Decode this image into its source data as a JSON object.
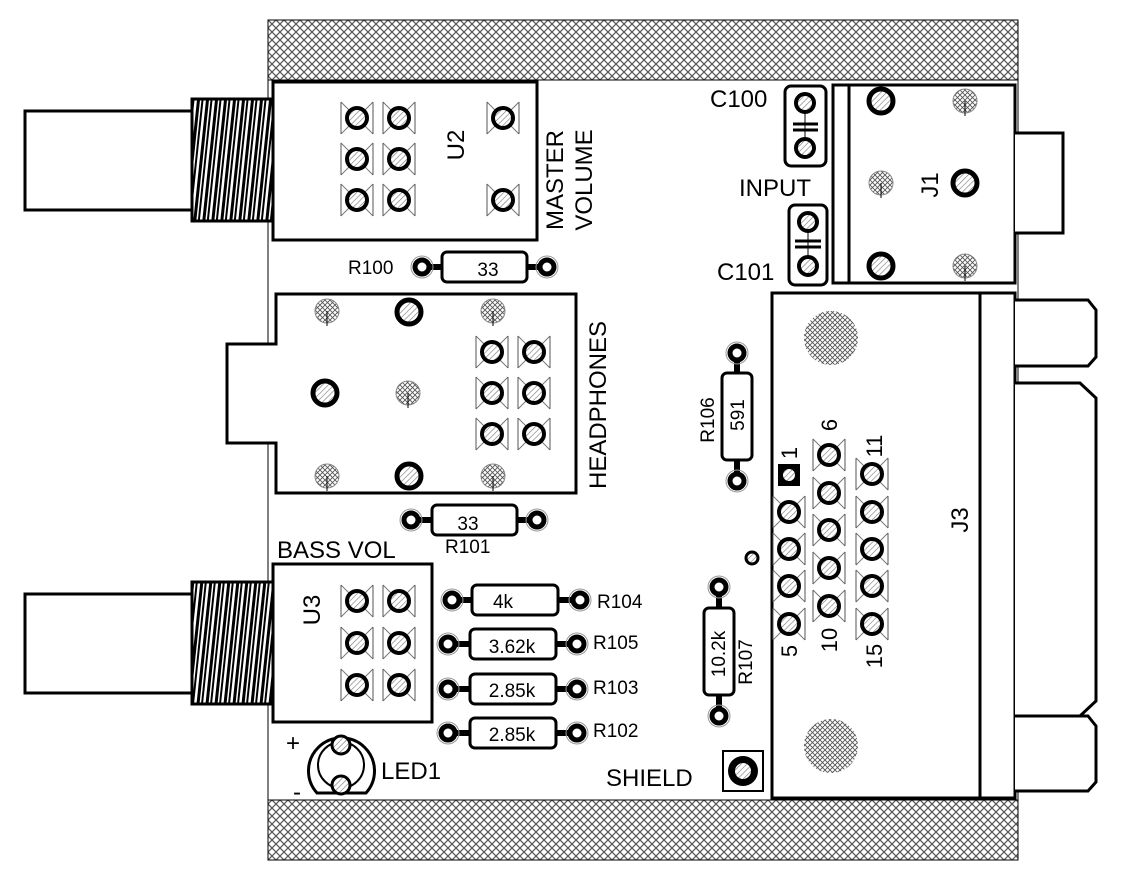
{
  "board": {
    "outline_color": "#000000",
    "hatch_color": "#555555",
    "background": "#ffffff"
  },
  "components": {
    "u2": {
      "ref": "U2",
      "description": [
        "MASTER",
        "VOLUME"
      ]
    },
    "u3": {
      "ref": "U3",
      "description": "BASS VOL"
    },
    "j1": {
      "ref": "J1",
      "description": "INPUT"
    },
    "j2": {
      "description": "HEADPHONES"
    },
    "j3": {
      "ref": "J3",
      "pin_labels": [
        "1",
        "5",
        "6",
        "10",
        "11",
        "15"
      ]
    },
    "c100": {
      "ref": "C100"
    },
    "c101": {
      "ref": "C101"
    },
    "led1": {
      "ref": "LED1",
      "plus": "+",
      "minus": "-"
    },
    "shield": {
      "label": "SHIELD"
    },
    "resistors": [
      {
        "ref": "R100",
        "value": "33"
      },
      {
        "ref": "R101",
        "value": "33"
      },
      {
        "ref": "R104",
        "value": "4k"
      },
      {
        "ref": "R105",
        "value": "3.62k"
      },
      {
        "ref": "R103",
        "value": "2.85k"
      },
      {
        "ref": "R102",
        "value": "2.85k"
      },
      {
        "ref": "R106",
        "value": "591"
      },
      {
        "ref": "R107",
        "value": "10.2k"
      }
    ]
  }
}
